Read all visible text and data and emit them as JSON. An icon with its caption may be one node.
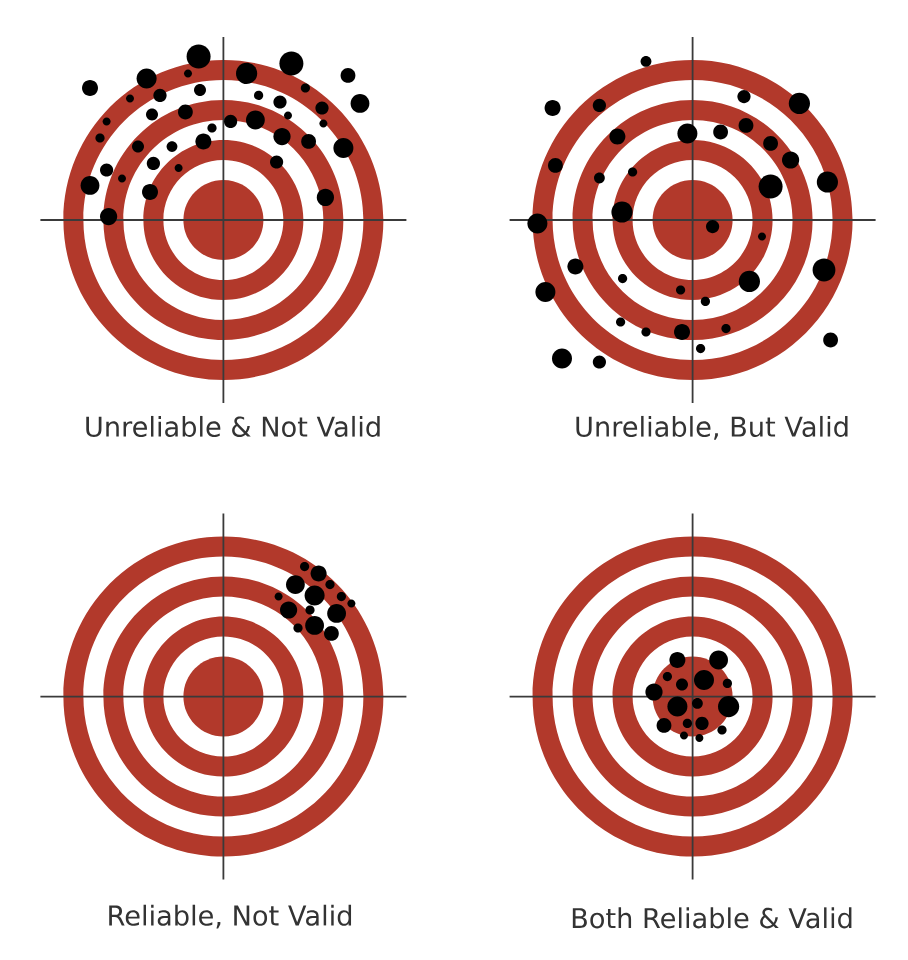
{
  "diagram": {
    "labels": [
      "Unreliable & Not Valid",
      "Unreliable, But Valid",
      "Reliable, Not Valid",
      "Both Reliable & Valid"
    ]
  }
}
